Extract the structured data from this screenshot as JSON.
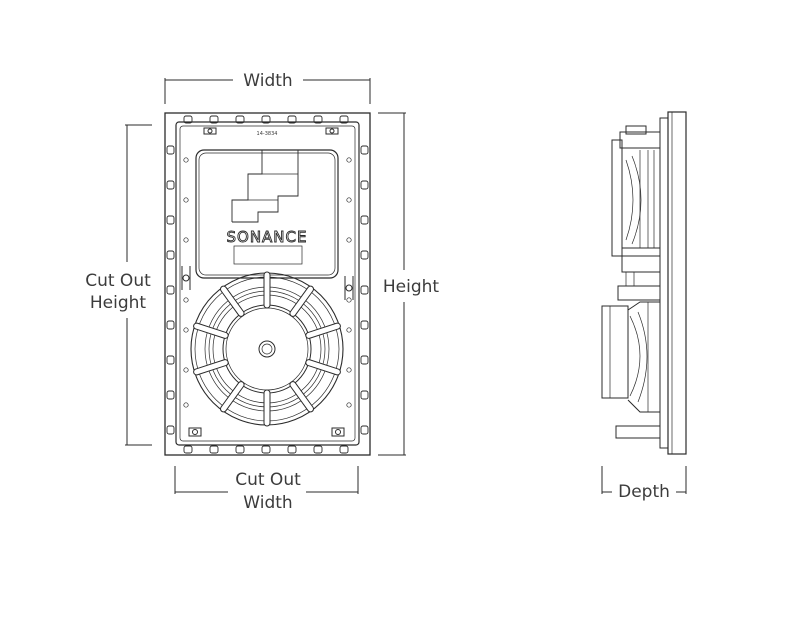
{
  "labels": {
    "width": "Width",
    "height": "Height",
    "cutout_height_line1": "Cut Out",
    "cutout_height_line2": "Height",
    "cutout_width_line1": "Cut Out",
    "cutout_width_line2": "Width",
    "depth": "Depth"
  },
  "brand": {
    "logo_text": "SONANCE",
    "top_marking": "14-3834"
  },
  "colors": {
    "line": "#2b2b2b",
    "text": "#3c3c3c",
    "background": "#ffffff"
  }
}
